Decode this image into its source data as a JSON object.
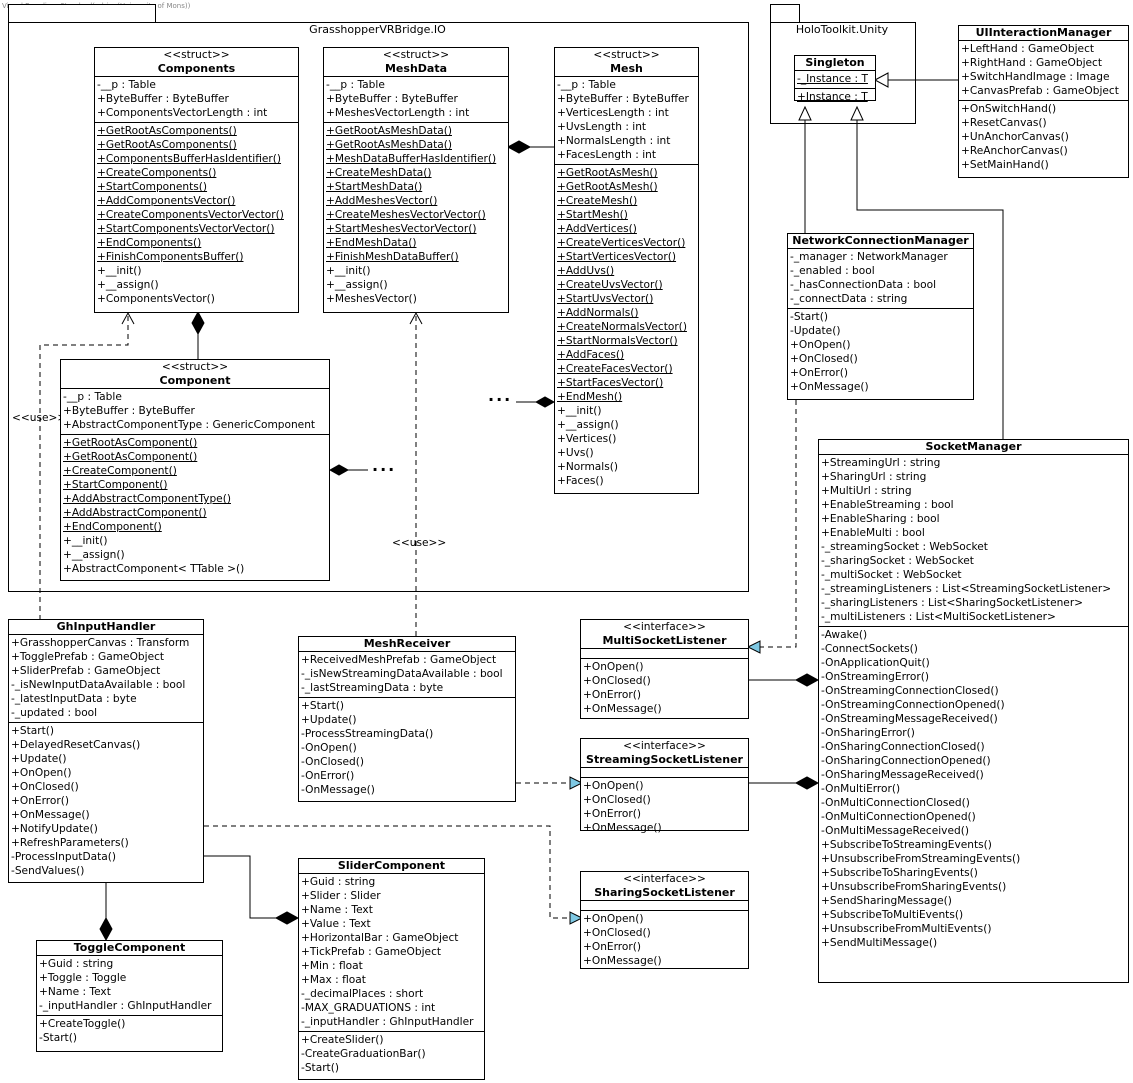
{
  "watermark": "Visual Paradigm Standard(adrien(University of Mons))",
  "packages": {
    "grasshopper": {
      "name": "GrasshopperVRBridge.IO"
    },
    "holotoolkit": {
      "name": "HoloToolkit.Unity"
    }
  },
  "labels": {
    "use_left": "<<use>>",
    "use_mid": "<<use>>",
    "dots": "···"
  },
  "classes": [
    {
      "id": "components",
      "stereotype": "<<struct>>",
      "name": "Components",
      "attributes": [
        "-__p : Table",
        "+ByteBuffer : ByteBuffer",
        "+ComponentsVectorLength : int"
      ],
      "operations": [
        {
          "t": "+GetRootAsComponents()",
          "u": true
        },
        {
          "t": "+GetRootAsComponents()",
          "u": true
        },
        {
          "t": "+ComponentsBufferHasIdentifier()",
          "u": true
        },
        {
          "t": "+CreateComponents()",
          "u": true
        },
        {
          "t": "+StartComponents()",
          "u": true
        },
        {
          "t": "+AddComponentsVector()",
          "u": true
        },
        {
          "t": "+CreateComponentsVectorVector()",
          "u": true
        },
        {
          "t": "+StartComponentsVectorVector()",
          "u": true
        },
        {
          "t": "+EndComponents()",
          "u": true
        },
        {
          "t": "+FinishComponentsBuffer()",
          "u": true
        },
        {
          "t": "+__init()",
          "u": false
        },
        {
          "t": "+__assign()",
          "u": false
        },
        {
          "t": "+ComponentsVector()",
          "u": false
        }
      ]
    },
    {
      "id": "meshdata",
      "stereotype": "<<struct>>",
      "name": "MeshData",
      "attributes": [
        "-__p : Table",
        "+ByteBuffer : ByteBuffer",
        "+MeshesVectorLength : int"
      ],
      "operations": [
        {
          "t": "+GetRootAsMeshData()",
          "u": true
        },
        {
          "t": "+GetRootAsMeshData()",
          "u": true
        },
        {
          "t": "+MeshDataBufferHasIdentifier()",
          "u": true
        },
        {
          "t": "+CreateMeshData()",
          "u": true
        },
        {
          "t": "+StartMeshData()",
          "u": true
        },
        {
          "t": "+AddMeshesVector()",
          "u": true
        },
        {
          "t": "+CreateMeshesVectorVector()",
          "u": true
        },
        {
          "t": "+StartMeshesVectorVector()",
          "u": true
        },
        {
          "t": "+EndMeshData()",
          "u": true
        },
        {
          "t": "+FinishMeshDataBuffer()",
          "u": true
        },
        {
          "t": "+__init()",
          "u": false
        },
        {
          "t": "+__assign()",
          "u": false
        },
        {
          "t": "+MeshesVector()",
          "u": false
        }
      ]
    },
    {
      "id": "mesh",
      "stereotype": "<<struct>>",
      "name": "Mesh",
      "attributes": [
        "-__p : Table",
        "+ByteBuffer : ByteBuffer",
        "+VerticesLength : int",
        "+UvsLength : int",
        "+NormalsLength : int",
        "+FacesLength : int"
      ],
      "operations": [
        {
          "t": "+GetRootAsMesh()",
          "u": true
        },
        {
          "t": "+GetRootAsMesh()",
          "u": true
        },
        {
          "t": "+CreateMesh()",
          "u": true
        },
        {
          "t": "+StartMesh()",
          "u": true
        },
        {
          "t": "+AddVertices()",
          "u": true
        },
        {
          "t": "+CreateVerticesVector()",
          "u": true
        },
        {
          "t": "+StartVerticesVector()",
          "u": true
        },
        {
          "t": "+AddUvs()",
          "u": true
        },
        {
          "t": "+CreateUvsVector()",
          "u": true
        },
        {
          "t": "+StartUvsVector()",
          "u": true
        },
        {
          "t": "+AddNormals()",
          "u": true
        },
        {
          "t": "+CreateNormalsVector()",
          "u": true
        },
        {
          "t": "+StartNormalsVector()",
          "u": true
        },
        {
          "t": "+AddFaces()",
          "u": true
        },
        {
          "t": "+CreateFacesVector()",
          "u": true
        },
        {
          "t": "+StartFacesVector()",
          "u": true
        },
        {
          "t": "+EndMesh()",
          "u": true
        },
        {
          "t": "+__init()",
          "u": false
        },
        {
          "t": "+__assign()",
          "u": false
        },
        {
          "t": "+Vertices()",
          "u": false
        },
        {
          "t": "+Uvs()",
          "u": false
        },
        {
          "t": "+Normals()",
          "u": false
        },
        {
          "t": "+Faces()",
          "u": false
        }
      ]
    },
    {
      "id": "component",
      "stereotype": "<<struct>>",
      "name": "Component",
      "attributes": [
        "-__p : Table",
        "+ByteBuffer : ByteBuffer",
        "+AbstractComponentType : GenericComponent"
      ],
      "operations": [
        {
          "t": "+GetRootAsComponent()",
          "u": true
        },
        {
          "t": "+GetRootAsComponent()",
          "u": true
        },
        {
          "t": "+CreateComponent()",
          "u": true
        },
        {
          "t": "+StartComponent()",
          "u": true
        },
        {
          "t": "+AddAbstractComponentType()",
          "u": true
        },
        {
          "t": "+AddAbstractComponent()",
          "u": true
        },
        {
          "t": "+EndComponent()",
          "u": true
        },
        {
          "t": "+__init()",
          "u": false
        },
        {
          "t": "+__assign()",
          "u": false
        },
        {
          "t": "+AbstractComponent< TTable >()",
          "u": false
        }
      ]
    },
    {
      "id": "singleton",
      "stereotype": "",
      "name": "Singleton",
      "attributes": [],
      "attributes_u": [
        "-_Instance : T"
      ],
      "operations": [
        {
          "t": "+Instance : T",
          "u": true
        }
      ]
    },
    {
      "id": "uiinteraction",
      "stereotype": "",
      "name": "UIInteractionManager",
      "attributes": [
        "+LeftHand : GameObject",
        "+RightHand : GameObject",
        "+SwitchHandImage : Image",
        "+CanvasPrefab : GameObject"
      ],
      "operations": [
        {
          "t": "+OnSwitchHand()",
          "u": false
        },
        {
          "t": "+ResetCanvas()",
          "u": false
        },
        {
          "t": "+UnAnchorCanvas()",
          "u": false
        },
        {
          "t": "+ReAnchorCanvas()",
          "u": false
        },
        {
          "t": "+SetMainHand()",
          "u": false
        }
      ]
    },
    {
      "id": "networkconn",
      "stereotype": "",
      "name": "NetworkConnectionManager",
      "attributes": [
        "-_manager : NetworkManager",
        "-_enabled : bool",
        "-_hasConnectionData : bool",
        "-_connectData : string"
      ],
      "operations": [
        {
          "t": "-Start()",
          "u": false
        },
        {
          "t": "-Update()",
          "u": false
        },
        {
          "t": "+OnOpen()",
          "u": false
        },
        {
          "t": "+OnClosed()",
          "u": false
        },
        {
          "t": "+OnError()",
          "u": false
        },
        {
          "t": "+OnMessage()",
          "u": false
        }
      ]
    },
    {
      "id": "socketmanager",
      "stereotype": "",
      "name": "SocketManager",
      "attributes": [
        "+StreamingUrl : string",
        "+SharingUrl : string",
        "+MultiUrl : string",
        "+EnableStreaming : bool",
        "+EnableSharing : bool",
        "+EnableMulti : bool",
        "-_streamingSocket : WebSocket",
        "-_sharingSocket : WebSocket",
        "-_multiSocket : WebSocket",
        "-_streamingListeners : List<StreamingSocketListener>",
        "-_sharingListeners : List<SharingSocketListener>",
        "-_multiListeners : List<MultiSocketListener>"
      ],
      "operations": [
        {
          "t": "-Awake()",
          "u": false
        },
        {
          "t": "-ConnectSockets()",
          "u": false
        },
        {
          "t": "-OnApplicationQuit()",
          "u": false
        },
        {
          "t": "-OnStreamingError()",
          "u": false
        },
        {
          "t": "-OnStreamingConnectionClosed()",
          "u": false
        },
        {
          "t": "-OnStreamingConnectionOpened()",
          "u": false
        },
        {
          "t": "-OnStreamingMessageReceived()",
          "u": false
        },
        {
          "t": "-OnSharingError()",
          "u": false
        },
        {
          "t": "-OnSharingConnectionClosed()",
          "u": false
        },
        {
          "t": "-OnSharingConnectionOpened()",
          "u": false
        },
        {
          "t": "-OnSharingMessageReceived()",
          "u": false
        },
        {
          "t": "-OnMultiError()",
          "u": false
        },
        {
          "t": "-OnMultiConnectionClosed()",
          "u": false
        },
        {
          "t": "-OnMultiConnectionOpened()",
          "u": false
        },
        {
          "t": "-OnMultiMessageReceived()",
          "u": false
        },
        {
          "t": "+SubscribeToStreamingEvents()",
          "u": false
        },
        {
          "t": "+UnsubscribeFromStreamingEvents()",
          "u": false
        },
        {
          "t": "+SubscribeToSharingEvents()",
          "u": false
        },
        {
          "t": "+UnsubscribeFromSharingEvents()",
          "u": false
        },
        {
          "t": "+SendSharingMessage()",
          "u": false
        },
        {
          "t": "+SubscribeToMultiEvents()",
          "u": false
        },
        {
          "t": "+UnsubscribeFromMultiEvents()",
          "u": false
        },
        {
          "t": "+SendMultiMessage()",
          "u": false
        }
      ]
    },
    {
      "id": "ghinput",
      "stereotype": "",
      "name": "GhInputHandler",
      "attributes": [
        "+GrasshopperCanvas : Transform",
        "+TogglePrefab : GameObject",
        "+SliderPrefab : GameObject",
        "-_isNewInputDataAvailable : bool",
        "-_latestInputData : byte",
        "-_updated : bool"
      ],
      "operations": [
        {
          "t": "+Start()",
          "u": false
        },
        {
          "t": "+DelayedResetCanvas()",
          "u": false
        },
        {
          "t": "+Update()",
          "u": false
        },
        {
          "t": "+OnOpen()",
          "u": false
        },
        {
          "t": "+OnClosed()",
          "u": false
        },
        {
          "t": "+OnError()",
          "u": false
        },
        {
          "t": "+OnMessage()",
          "u": false
        },
        {
          "t": "+NotifyUpdate()",
          "u": false
        },
        {
          "t": "+RefreshParameters()",
          "u": false
        },
        {
          "t": "-ProcessInputData()",
          "u": false
        },
        {
          "t": "-SendValues()",
          "u": false
        }
      ]
    },
    {
      "id": "meshreceiver",
      "stereotype": "",
      "name": "MeshReceiver",
      "attributes": [
        "+ReceivedMeshPrefab : GameObject",
        "-_isNewStreamingDataAvailable : bool",
        "-_lastStreamingData : byte"
      ],
      "operations": [
        {
          "t": "+Start()",
          "u": false
        },
        {
          "t": "+Update()",
          "u": false
        },
        {
          "t": "-ProcessStreamingData()",
          "u": false
        },
        {
          "t": "-OnOpen()",
          "u": false
        },
        {
          "t": "-OnClosed()",
          "u": false
        },
        {
          "t": "-OnError()",
          "u": false
        },
        {
          "t": "-OnMessage()",
          "u": false
        }
      ]
    },
    {
      "id": "multilistener",
      "stereotype": "<<interface>>",
      "name": "MultiSocketListener",
      "attributes": [],
      "operations": [
        {
          "t": "+OnOpen()",
          "u": false
        },
        {
          "t": "+OnClosed()",
          "u": false
        },
        {
          "t": "+OnError()",
          "u": false
        },
        {
          "t": "+OnMessage()",
          "u": false
        }
      ]
    },
    {
      "id": "streamlistener",
      "stereotype": "<<interface>>",
      "name": "StreamingSocketListener",
      "attributes": [],
      "operations": [
        {
          "t": "+OnOpen()",
          "u": false
        },
        {
          "t": "+OnClosed()",
          "u": false
        },
        {
          "t": "+OnError()",
          "u": false
        },
        {
          "t": "+OnMessage()",
          "u": false
        }
      ]
    },
    {
      "id": "sharelistener",
      "stereotype": "<<interface>>",
      "name": "SharingSocketListener",
      "attributes": [],
      "operations": [
        {
          "t": "+OnOpen()",
          "u": false
        },
        {
          "t": "+OnClosed()",
          "u": false
        },
        {
          "t": "+OnError()",
          "u": false
        },
        {
          "t": "+OnMessage()",
          "u": false
        }
      ]
    },
    {
      "id": "slider",
      "stereotype": "",
      "name": "SliderComponent",
      "attributes": [
        "+Guid : string",
        "+Slider : Slider",
        "+Name : Text",
        "+Value : Text",
        "+HorizontalBar : GameObject",
        "+TickPrefab : GameObject",
        "+Min : float",
        "+Max : float",
        "-_decimalPlaces : short",
        "-MAX_GRADUATIONS : int",
        "-_inputHandler : GhInputHandler"
      ],
      "operations": [
        {
          "t": "+CreateSlider()",
          "u": false
        },
        {
          "t": "-CreateGraduationBar()",
          "u": false
        },
        {
          "t": "-Start()",
          "u": false
        }
      ]
    },
    {
      "id": "toggle",
      "stereotype": "",
      "name": "ToggleComponent",
      "attributes": [
        "+Guid : string",
        "+Toggle : Toggle",
        "+Name : Text",
        "-_inputHandler : GhInputHandler"
      ],
      "operations": [
        {
          "t": "+CreateToggle()",
          "u": false
        },
        {
          "t": "-Start()",
          "u": false
        }
      ]
    }
  ]
}
